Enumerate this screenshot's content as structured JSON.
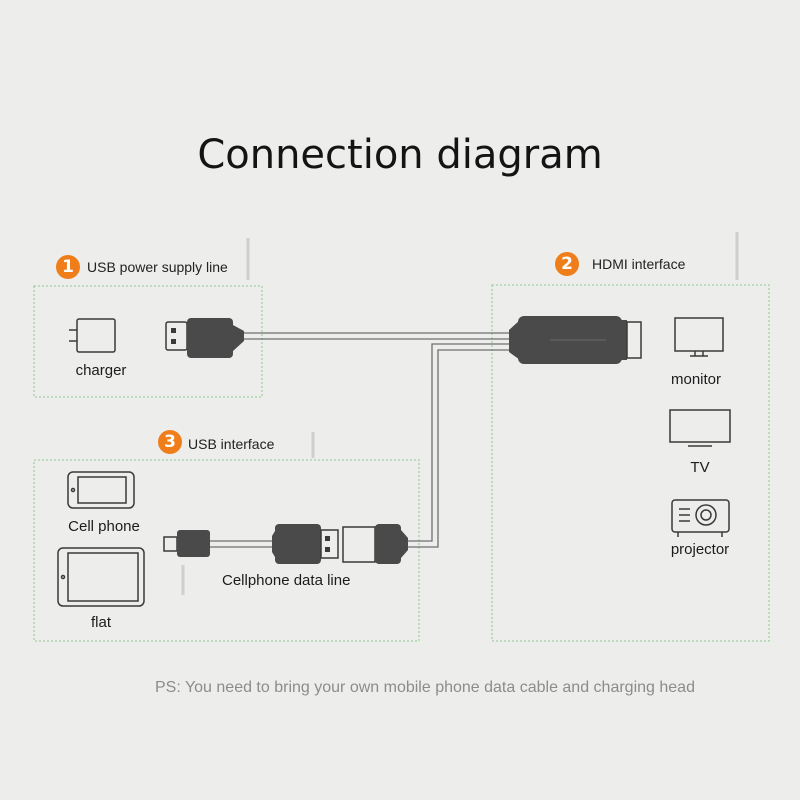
{
  "title": "Connection diagram",
  "sections": {
    "usb_power": {
      "number": "1",
      "label": "USB power supply line"
    },
    "hdmi": {
      "number": "2",
      "label": "HDMI interface"
    },
    "usb": {
      "number": "3",
      "label": "USB interface"
    }
  },
  "devices": {
    "charger": "charger",
    "monitor": "monitor",
    "tv": "TV",
    "projector": "projector",
    "cell_phone": "Cell phone",
    "flat": "flat",
    "data_line": "Cellphone data line"
  },
  "note": "PS: You need to bring your own mobile phone data cable and charging head",
  "colors": {
    "background": "#ededec",
    "box_border": "#8fc98f",
    "badge": "#ef7d1a",
    "cable": "#6f6f6f",
    "connector_body": "#4a4a4a"
  }
}
